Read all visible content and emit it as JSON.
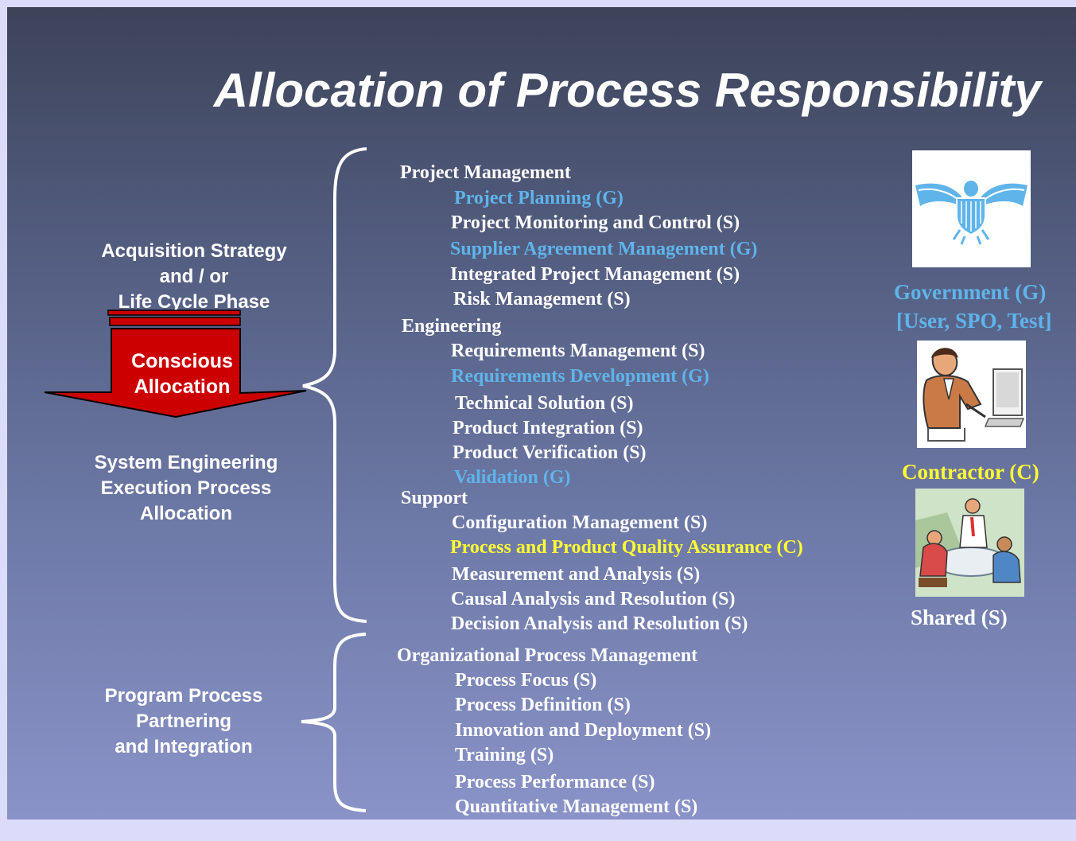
{
  "title": "Allocation of Process Responsibility",
  "left": {
    "acquisition": [
      "Acquisition Strategy",
      "and / or",
      "Life Cycle Phase"
    ],
    "arrow": [
      "Conscious",
      "Allocation"
    ],
    "system": [
      "System Engineering",
      "Execution Process",
      "Allocation"
    ],
    "program": [
      "Program Process",
      "Partnering",
      "and Integration"
    ]
  },
  "processes": {
    "project_management": {
      "heading": "Project Management",
      "items": [
        {
          "text": "Project Planning (G)",
          "owner": "G"
        },
        {
          "text": "Project Monitoring and Control (S)",
          "owner": "S"
        },
        {
          "text": "Supplier Agreement Management (G)",
          "owner": "G"
        },
        {
          "text": "Integrated Project Management (S)",
          "owner": "S"
        },
        {
          "text": "Risk Management (S)",
          "owner": "S"
        }
      ]
    },
    "engineering": {
      "heading": "Engineering",
      "items": [
        {
          "text": "Requirements Management (S)",
          "owner": "S"
        },
        {
          "text": "Requirements Development (G)",
          "owner": "G"
        },
        {
          "text": "Technical Solution (S)",
          "owner": "S"
        },
        {
          "text": "Product Integration (S)",
          "owner": "S"
        },
        {
          "text": "Product Verification (S)",
          "owner": "S"
        },
        {
          "text": "Validation (G)",
          "owner": "G"
        }
      ]
    },
    "support": {
      "heading": "Support",
      "items": [
        {
          "text": "Configuration Management (S)",
          "owner": "S"
        },
        {
          "text": "Process and Product Quality Assurance (C)",
          "owner": "C"
        },
        {
          "text": "Measurement and Analysis (S)",
          "owner": "S"
        },
        {
          "text": "Causal Analysis and Resolution (S)",
          "owner": "S"
        },
        {
          "text": "Decision Analysis and Resolution (S)",
          "owner": "S"
        }
      ]
    },
    "organizational": {
      "heading": "Organizational Process Management",
      "items": [
        {
          "text": "Process Focus (S)",
          "owner": "S"
        },
        {
          "text": "Process Definition (S)",
          "owner": "S"
        },
        {
          "text": "Innovation and Deployment (S)",
          "owner": "S"
        },
        {
          "text": "Training (S)",
          "owner": "S"
        },
        {
          "text": "Process Performance (S)",
          "owner": "S"
        },
        {
          "text": "Quantitative Management (S)",
          "owner": "S"
        }
      ]
    }
  },
  "legend": {
    "government": "Government (G)",
    "government_sub": "[User, SPO, Test]",
    "contractor": "Contractor (C)",
    "shared": "Shared (S)"
  },
  "colors": {
    "government": "#5fb4ea",
    "contractor": "#ffff33",
    "shared": "#ffffff",
    "arrow": "#cc0000"
  },
  "icons": [
    "eagle-icon",
    "person-at-computer-icon",
    "meeting-group-icon"
  ]
}
